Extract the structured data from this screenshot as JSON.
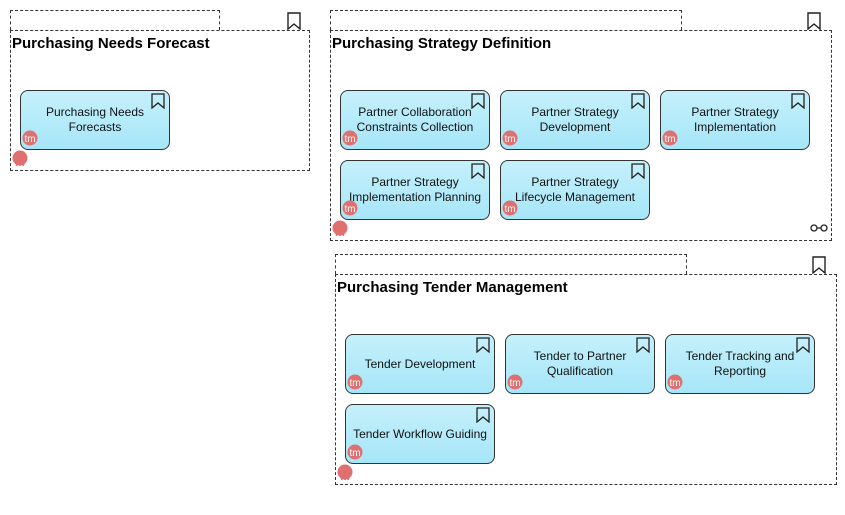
{
  "groups": [
    {
      "title": "Purchasing Needs Forecast",
      "items": [
        "Purchasing Needs Forecasts"
      ]
    },
    {
      "title": "Purchasing Strategy Definition",
      "items": [
        "Partner Collaboration Constraints Collection",
        "Partner Strategy Development",
        "Partner Strategy Implementation",
        "Partner Strategy Implementation Planning",
        "Partner Strategy Lifecycle Management"
      ]
    },
    {
      "title": "Purchasing Tender Management",
      "items": [
        "Tender Development",
        "Tender to Partner Qualification",
        "Tender Tracking and Reporting",
        "Tender Workflow Guiding"
      ]
    }
  ],
  "badge_text": "tm",
  "colors": {
    "box_fill": "#b3eafa",
    "badge": "#e07070",
    "border": "#333333"
  },
  "icons": [
    "bookmark-icon",
    "tm-badge-icon",
    "link-icon"
  ]
}
